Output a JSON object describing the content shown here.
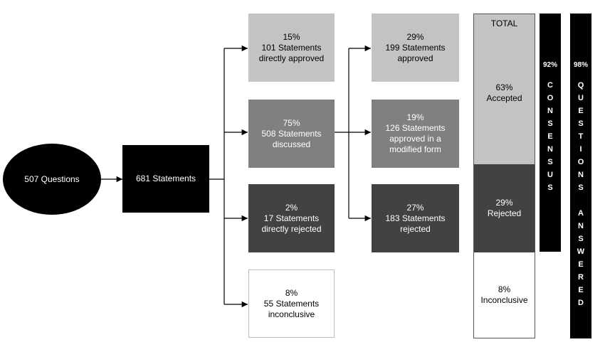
{
  "colors": {
    "black": "#000000",
    "light_gray": "#c3c3c3",
    "mid_gray": "#808080",
    "dark_gray": "#424242",
    "white": "#ffffff"
  },
  "start": {
    "label": "507 Questions"
  },
  "statements": {
    "label": "681 Statements"
  },
  "level1": {
    "approved": {
      "pct": "15%",
      "line1": "101 Statements",
      "line2": "directly approved"
    },
    "discussed": {
      "pct": "75%",
      "line1": "508 Statements",
      "line2": "discussed"
    },
    "rejected": {
      "pct": "2%",
      "line1": "17 Statements",
      "line2": "directly rejected"
    },
    "inconclusive": {
      "pct": "8%",
      "line1": "55 Statements",
      "line2": "inconclusive"
    }
  },
  "level2": {
    "approved": {
      "pct": "29%",
      "line1": "199 Statements",
      "line2": "approved"
    },
    "modified": {
      "pct": "19%",
      "line1": "126 Statements",
      "line2": "approved in a",
      "line3": "modified form"
    },
    "rejected": {
      "pct": "27%",
      "line1": "183 Statements",
      "line2": "rejected"
    }
  },
  "total": {
    "title": "TOTAL",
    "accepted": {
      "pct": "63%",
      "label": "Accepted"
    },
    "rejected": {
      "pct": "29%",
      "label": "Rejected"
    },
    "inconclusive": {
      "pct": "8%",
      "label": "Inconclusive"
    }
  },
  "consensus": {
    "pct": "92%",
    "letters": [
      "C",
      "O",
      "N",
      "S",
      "E",
      "N",
      "S",
      "U",
      "S"
    ]
  },
  "answered": {
    "pct": "98%",
    "letters": [
      "Q",
      "U",
      "E",
      "S",
      "T",
      "I",
      "O",
      "N",
      "S",
      "",
      "A",
      "N",
      "S",
      "W",
      "E",
      "R",
      "E",
      "D"
    ]
  }
}
